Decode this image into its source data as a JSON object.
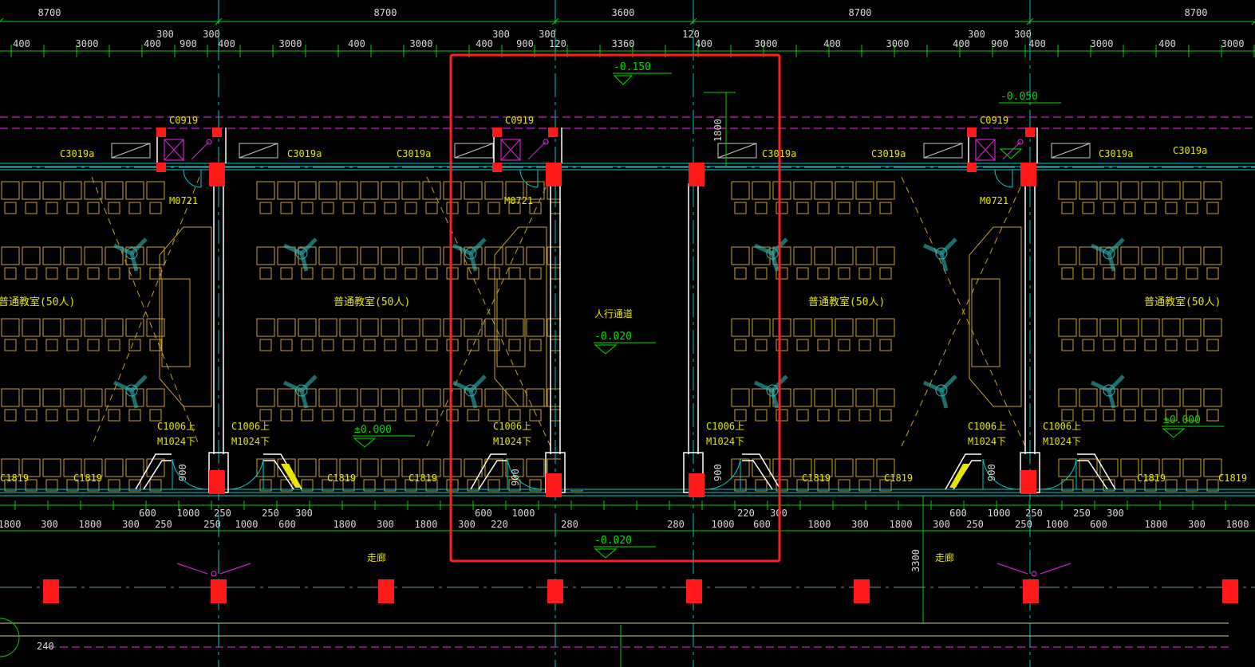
{
  "colors": {
    "background": "#000000",
    "dimension_line": "#00d000",
    "dimension_text": "#d8d8d8",
    "axis_line": "#00c8c8",
    "wall": "#ffffff",
    "column": "#ff1a1a",
    "furniture": "#c8a030",
    "label": "#e6e600",
    "elevation": "#00e000",
    "hidden_line": "#cc22cc",
    "window": "#00cccc",
    "highlight_box": "#ff2020"
  },
  "top_axis_dims": [
    "8700",
    "8700",
    "3600",
    "8700",
    "8700"
  ],
  "top_detail_dims": [
    "400",
    "3000",
    "400",
    "300",
    "900",
    "300",
    "400",
    "3000",
    "400",
    "3000",
    "400",
    "300",
    "900",
    "300",
    "120",
    "3360",
    "120",
    "400",
    "3000",
    "400",
    "3000",
    "400",
    "300",
    "900",
    "300",
    "400",
    "3000",
    "400",
    "3000"
  ],
  "bottom_detail_dims": [
    "1800",
    "300",
    "1800",
    "300",
    "600",
    "250",
    "1000",
    "250",
    "250",
    "1000",
    "250",
    "600",
    "300",
    "1800",
    "300",
    "1800",
    "300",
    "600",
    "220",
    "1000",
    "280",
    "280",
    "1000",
    "220",
    "600",
    "300",
    "1800",
    "300",
    "1800",
    "300",
    "600",
    "250",
    "1000",
    "250",
    "250",
    "1000",
    "250",
    "600",
    "300",
    "1800",
    "300",
    "1800"
  ],
  "labels": {
    "window_c0919": "C0919",
    "window_c3019a": "C3019a",
    "door_m0721": "M0721",
    "window_c1006_upper": "C1006上",
    "door_m1024_lower": "M1024下",
    "window_c1819": "C1819",
    "classroom": "普通教室(50人)",
    "walkway": "人行通道",
    "corridor": "走廊",
    "door_width": "900",
    "corridor_width": "3300",
    "bottom_left_dim": "240",
    "vertical_dim": "1800"
  },
  "elevations": {
    "top_walkway": "-0.150",
    "top_right": "-0.050",
    "walkway": "-0.020",
    "bottom_walkway": "-0.020",
    "classroom_floor": "±0.000"
  }
}
